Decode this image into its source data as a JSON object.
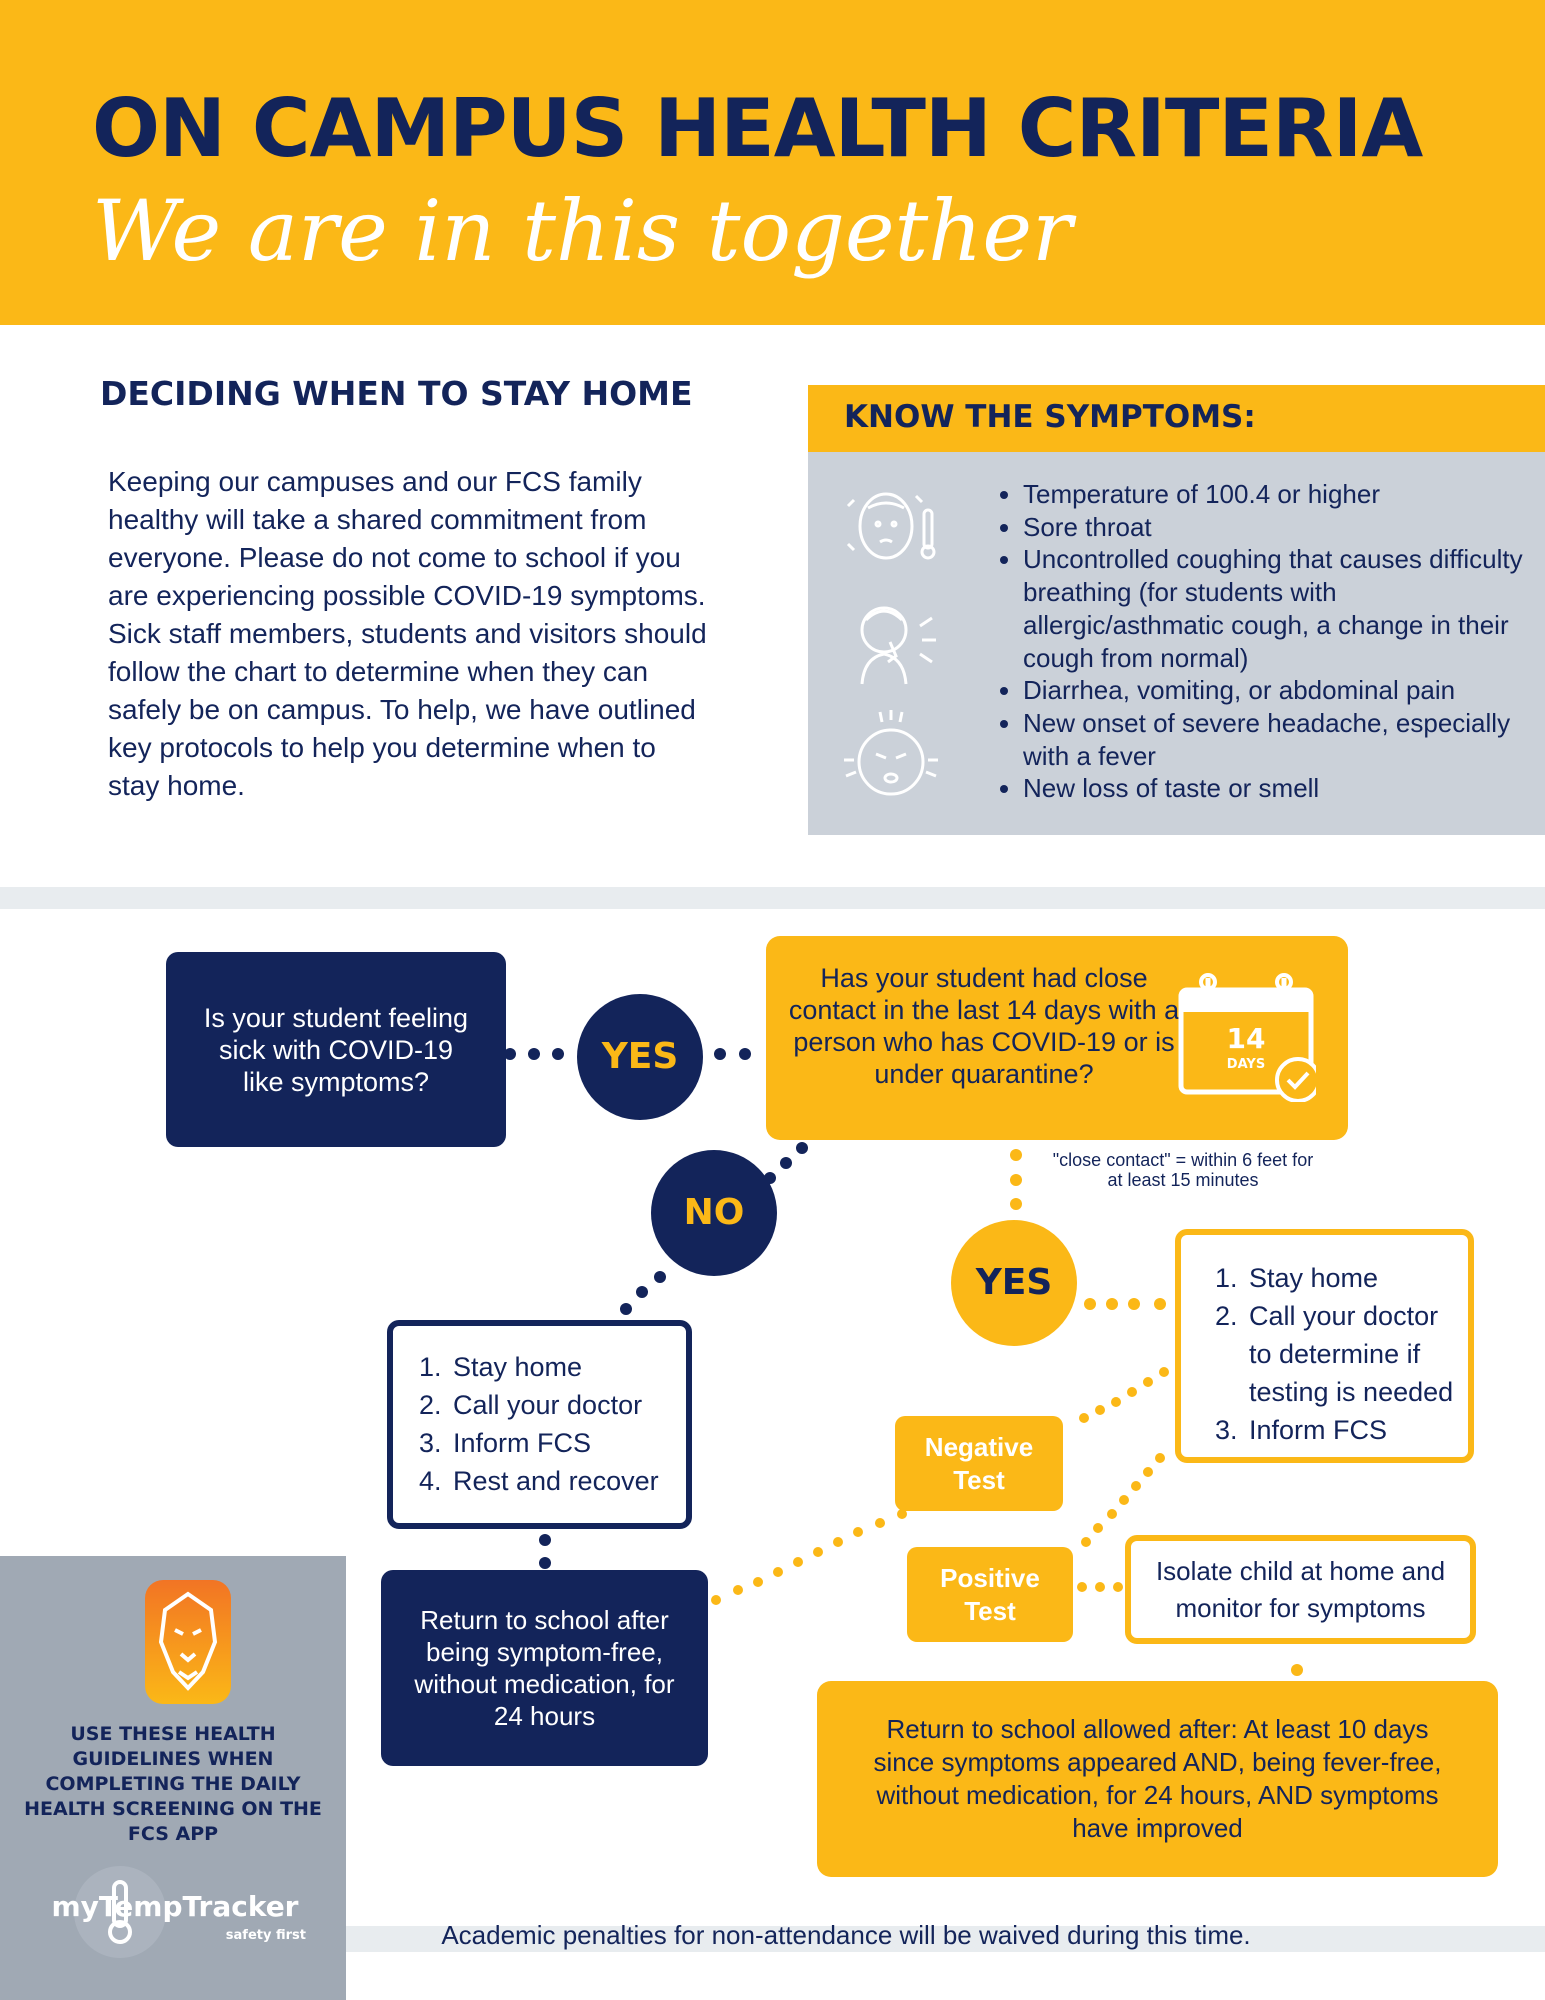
{
  "header": {
    "title": "ON CAMPUS HEALTH CRITERIA",
    "subtitle": "We are in this together"
  },
  "intro": {
    "title": "DECIDING WHEN TO STAY HOME",
    "body": "Keeping our campuses and our FCS family healthy will take a shared commitment from everyone. Please do not come to school if you are experiencing possible COVID-19 symptoms.  Sick staff members, students and visitors should follow the chart to determine when they can safely be on campus. To help, we have outlined key protocols to help you determine when to stay home."
  },
  "symptoms": {
    "title": "KNOW THE SYMPTOMS:",
    "items": [
      "Temperature of 100.4 or higher",
      "Sore throat",
      "Uncontrolled coughing that causes difficulty breathing (for students with allergic/asthmatic cough, a change in their cough from normal)",
      "Diarrhea, vomiting, or abdominal pain",
      "New onset of severe headache, especially with a fever",
      "New loss of taste or smell"
    ]
  },
  "flow": {
    "q1": "Is your student feeling sick with COVID-19 like symptoms?",
    "yes1": "YES",
    "q2": "Has your student had close contact in the last 14 days with a person who has COVID-19 or is under quarantine?",
    "calendar_number": "14",
    "calendar_label": "DAYS",
    "close_contact_note": "\"close contact\" = within 6 feet for at least 15 minutes",
    "no": "NO",
    "yes2": "YES",
    "sick_steps": [
      {
        "num": "1.",
        "text": "Stay home"
      },
      {
        "num": "2.",
        "text": "Call your doctor"
      },
      {
        "num": "3.",
        "text": "Inform FCS"
      },
      {
        "num": "4.",
        "text": "Rest and recover"
      }
    ],
    "contact_steps": [
      {
        "num": "1.",
        "text": "Stay home"
      },
      {
        "num": "2.",
        "text": "Call your doctor to determine if testing is needed"
      },
      {
        "num": "3.",
        "text": "Inform FCS"
      }
    ],
    "return_sick": "Return to school after being symptom-free, without medication, for 24 hours",
    "negative_test": "Negative Test",
    "positive_test": "Positive Test",
    "isolate": "Isolate child at home and monitor for symptoms",
    "return_positive": "Return to school allowed after: At least 10 days since symptoms appeared AND, being fever-free, without medication, for 24 hours, AND symptoms have improved"
  },
  "sidebar": {
    "text": "USE THESE HEALTH GUIDELINES WHEN COMPLETING THE DAILY HEALTH SCREENING ON THE FCS APP",
    "brand": "myTempTracker",
    "tagline": "safety first"
  },
  "footer": "Academic penalties for non-attendance will be waived during this time.",
  "colors": {
    "navy": "#13245a",
    "gold": "#fbb817",
    "gray_panel": "#cbd1d9",
    "sidebar_gray": "#a0a9b4"
  }
}
